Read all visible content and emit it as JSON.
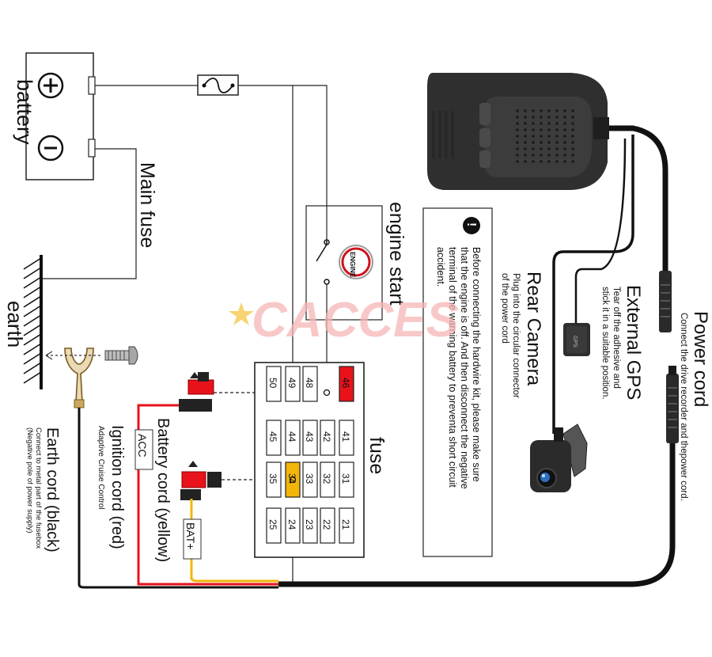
{
  "labels": {
    "battery": "battery",
    "main_fuse": "Main fuse",
    "earth": "earth",
    "engine_start": "engine start",
    "engine_badge": "ENGINE",
    "fuse": "fuse",
    "battery_cord": "Battery cord (yellow)",
    "ignition_cord": "Ignition cord (red)",
    "acc_tag": "ACC",
    "acc_note": "Adaptive Cruise Control",
    "bat_tag": "BAT+",
    "earth_cord": "Earth cord (black)",
    "earth_cord_note_1": "Connect to metal part of the fusebox",
    "earth_cord_note_2": "(Negative pole of power supply)",
    "rear_camera": "Rear Camera",
    "rear_camera_note_1": "Plug into the circular connector",
    "rear_camera_note_2": "of the power cord",
    "external_gps": "External GPS",
    "gps_note_1": "Tear off the adhesive and",
    "gps_note_2": "stick it in a suitable position.",
    "power_cord": "Power cord",
    "power_cord_note": "Connect the drive recorder and thepower cord.",
    "warning_mark": "!",
    "warning_line_1": "Before connecting the hardwire kit, please make sure",
    "warning_line_2": "that the engine is off. And then disconnect the negative",
    "warning_line_3": "terminal of the warning battery to preventa short circuit",
    "warning_line_4": "accident.",
    "watermark": "CACCES",
    "gps_chip": "GPS"
  },
  "fuse_box": {
    "rows": [
      [
        "50",
        "49",
        "48",
        "46"
      ],
      [
        "45",
        "44",
        "43",
        "42",
        "41"
      ],
      [
        "35",
        "34",
        "33",
        "32",
        "31"
      ],
      [
        "25",
        "24",
        "23",
        "22",
        "21"
      ]
    ],
    "highlight_red": "46",
    "highlight_yellow": "34"
  },
  "colors": {
    "wire_red": "#e8121b",
    "wire_yellow": "#f2b60a",
    "wire_black": "#111111",
    "fuse_red": "#e8121b",
    "fuse_yellow": "#f2b60a",
    "watermark": "#f6b6b6",
    "device": "#2b2b2b"
  }
}
